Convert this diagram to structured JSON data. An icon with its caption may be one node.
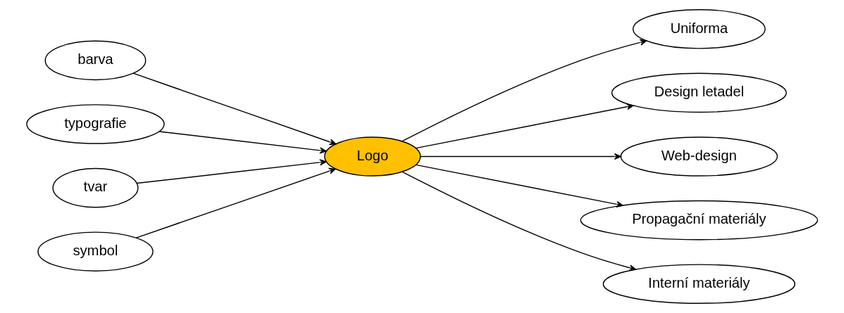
{
  "diagram": {
    "nodes": [
      {
        "text": [
          "barva"
        ]
      },
      {
        "text": [
          "typografie"
        ]
      },
      {
        "text": [
          "tvar"
        ]
      },
      {
        "text": [
          "symbol"
        ]
      },
      {
        "text": [
          "Logo"
        ]
      },
      {
        "text": [
          "Uniforma"
        ]
      },
      {
        "text": [
          "Design letadel"
        ]
      },
      {
        "text": [
          "Web-design"
        ]
      },
      {
        "text": [
          "Propagační materiály"
        ]
      },
      {
        "text": [
          "Interní materiály"
        ]
      }
    ],
    "edges": [
      {
        "from": 0,
        "to": 4,
        "arrow": "to"
      },
      {
        "from": 1,
        "to": 4,
        "arrow": "to"
      },
      {
        "from": 2,
        "to": 4,
        "arrow": "to"
      },
      {
        "from": 3,
        "to": 4,
        "arrow": "to"
      },
      {
        "from": 4,
        "to": 5,
        "arrow": "to"
      },
      {
        "from": 4,
        "to": 6,
        "arrow": "to"
      },
      {
        "from": 4,
        "to": 7,
        "arrow": "to"
      },
      {
        "from": 4,
        "to": 8,
        "arrow": "to"
      },
      {
        "from": 4,
        "to": 9,
        "arrow": "to"
      }
    ]
  }
}
